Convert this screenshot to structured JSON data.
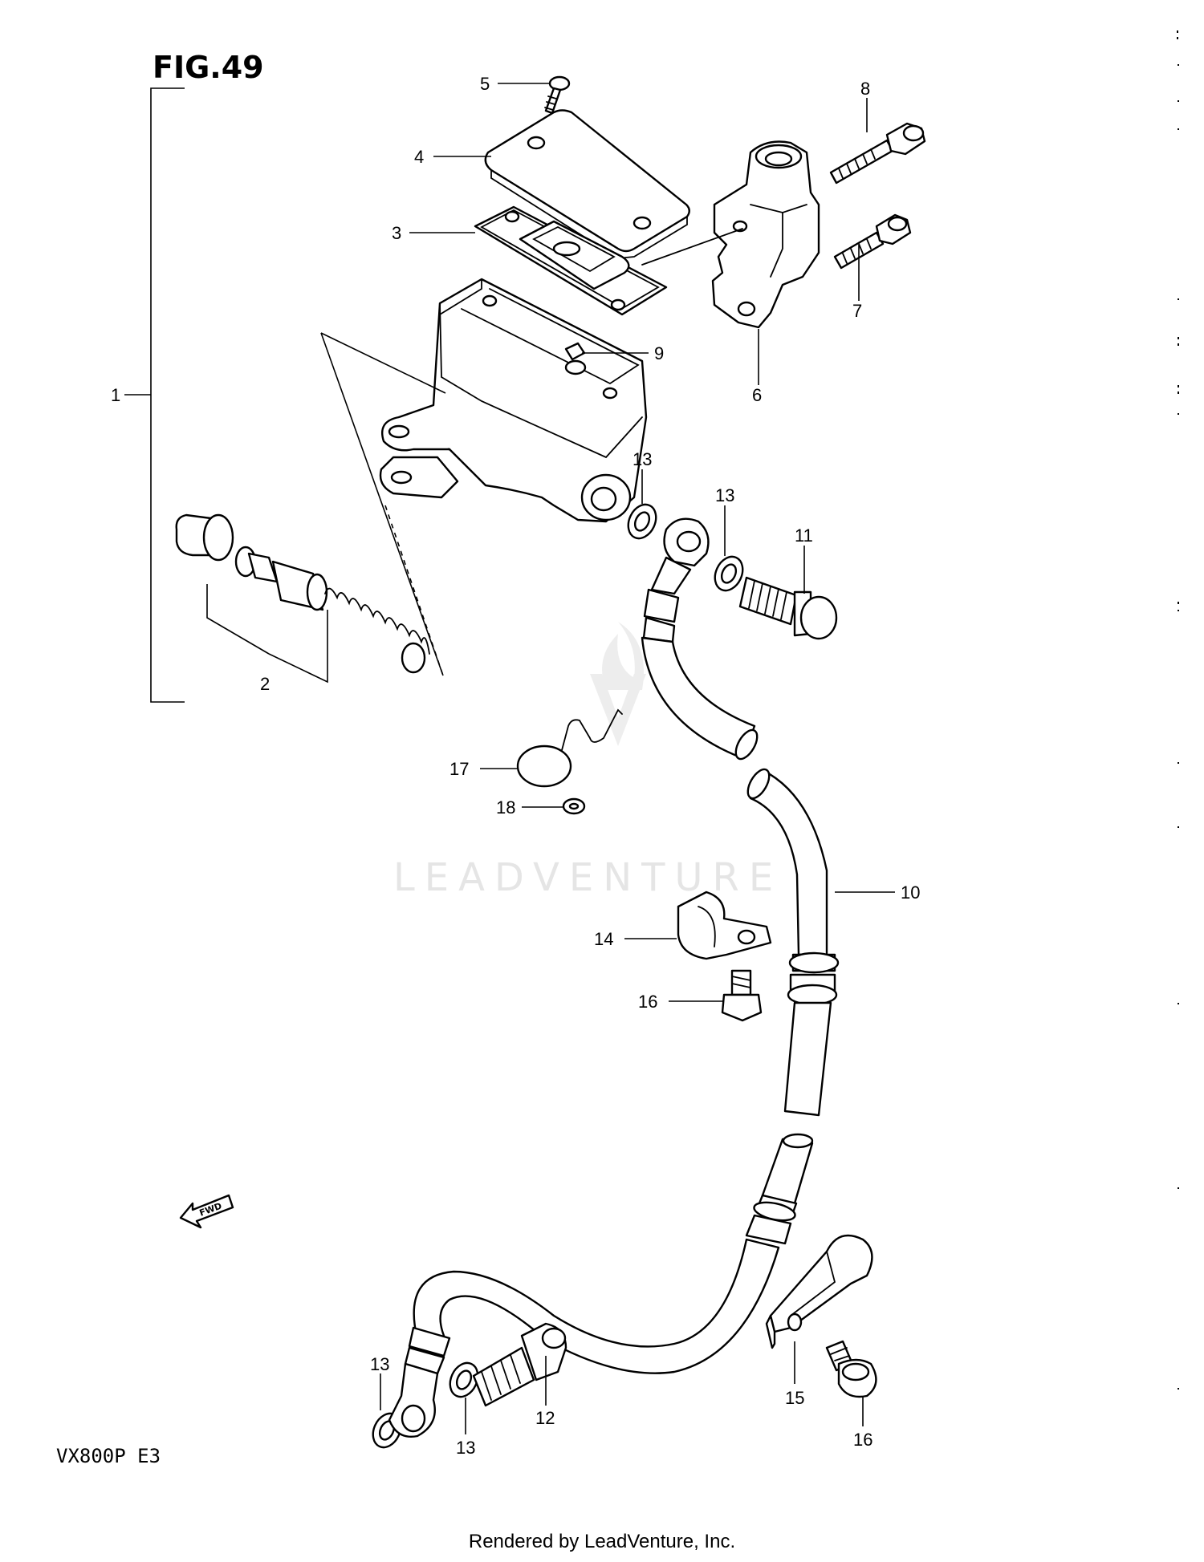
{
  "figure_title": "FIG.49",
  "model_code": "VX800P  E3",
  "footer_text": "Rendered by LeadVenture, Inc.",
  "watermark_text": "LEADVENTURE",
  "callouts": {
    "c1": "1",
    "c2": "2",
    "c3": "3",
    "c4": "4",
    "c5": "5",
    "c6": "6",
    "c7": "7",
    "c8": "8",
    "c9": "9",
    "c10": "10",
    "c11": "11",
    "c12": "12",
    "c13a": "13",
    "c13b": "13",
    "c13c": "13",
    "c13d": "13",
    "c14": "14",
    "c15": "15",
    "c16a": "16",
    "c16b": "16",
    "c17": "17",
    "c18": "18"
  },
  "fwd_label": "FWD"
}
